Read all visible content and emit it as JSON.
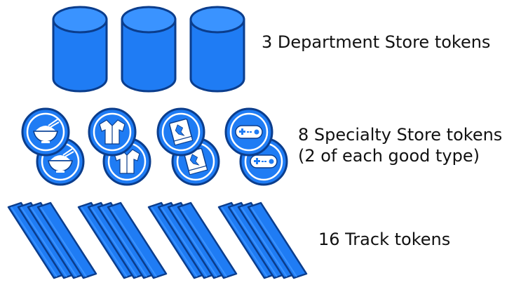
{
  "colors": {
    "token_fill": "#1f7cf4",
    "token_fill_light": "#3a93ff",
    "token_stroke": "#0b3d8c",
    "icon_white": "#ffffff",
    "text": "#111111"
  },
  "sections": [
    {
      "key": "department",
      "caption_lines": [
        "3 Department Store tokens"
      ],
      "token_shape": "cylinder",
      "token_count": 3
    },
    {
      "key": "specialty",
      "caption_lines": [
        "8 Specialty Store tokens",
        "(2 of each good type)"
      ],
      "token_shape": "round-disc",
      "token_count": 8,
      "goods": [
        "rice-bowl-icon",
        "shirt-icon",
        "book-icon",
        "gamepad-icon"
      ]
    },
    {
      "key": "track",
      "caption_lines": [
        "16 Track tokens"
      ],
      "token_shape": "bar",
      "token_count": 16,
      "groups": 4,
      "per_group": 4
    }
  ]
}
